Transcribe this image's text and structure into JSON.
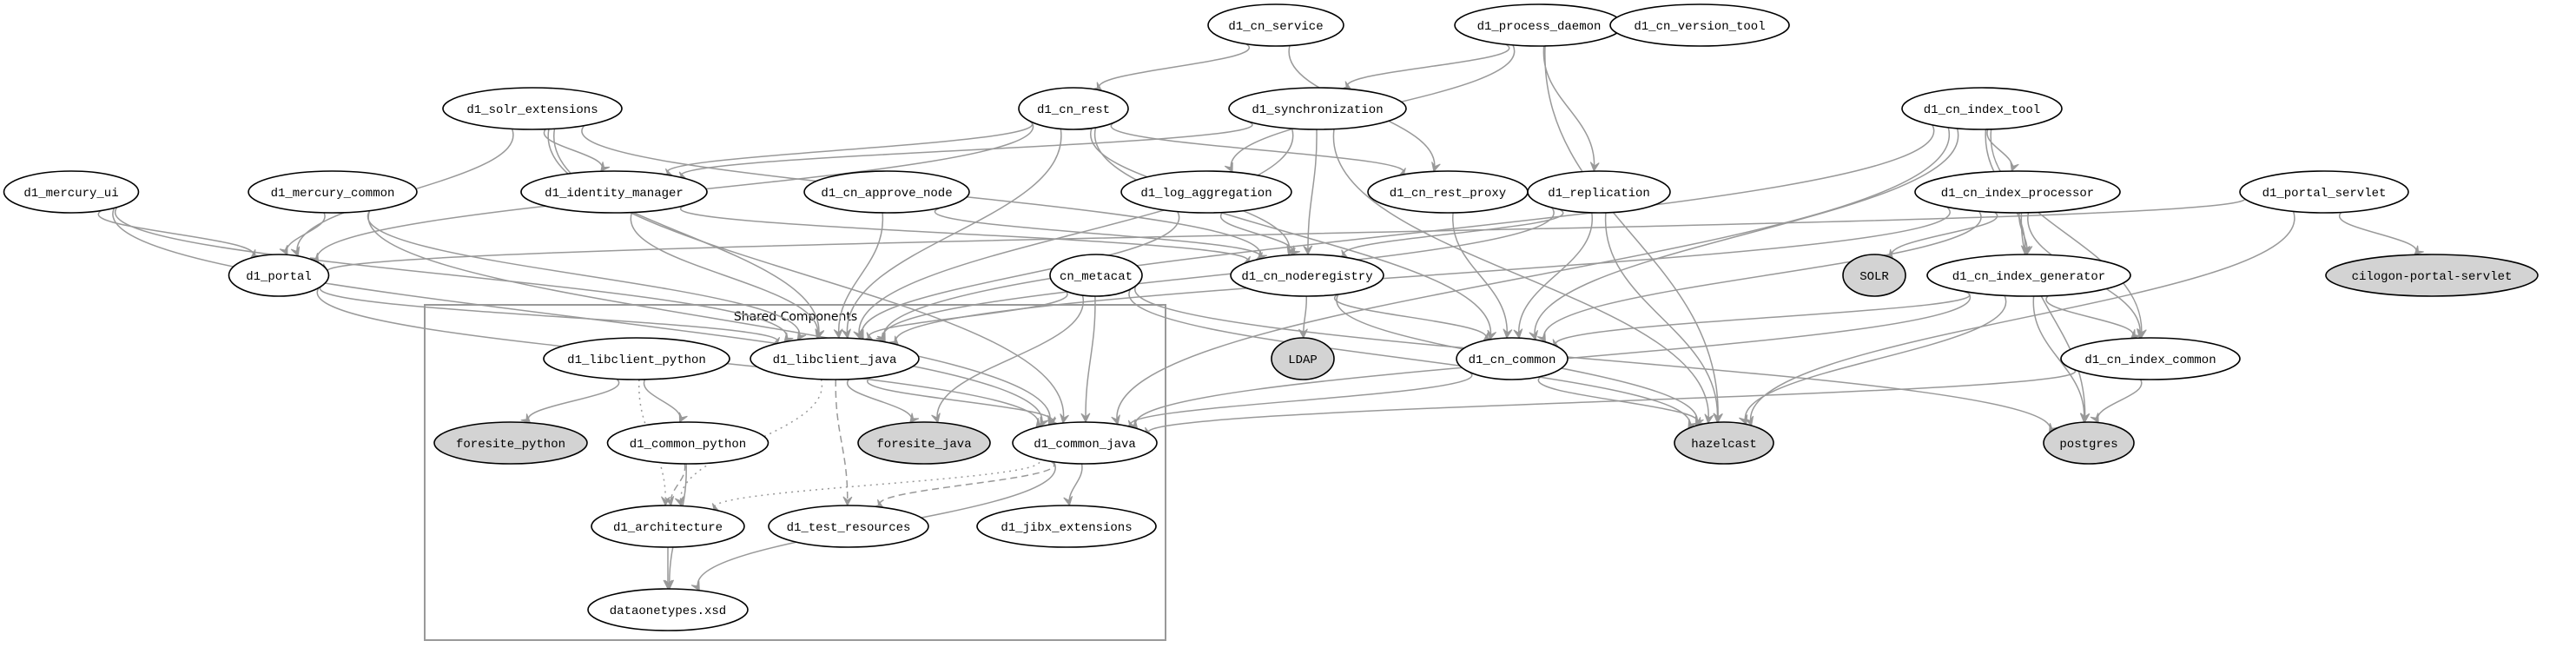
{
  "diagram": {
    "type": "dependency-graph",
    "cluster": {
      "label": "Shared Components"
    },
    "colors": {
      "node_fill_default": "#ffffff",
      "node_fill_external": "#d3d3d3",
      "node_stroke": "#000000",
      "edge": "#999999",
      "cluster_border": "#999999"
    },
    "nodes": [
      {
        "id": "d1_cn_service",
        "label": "d1_cn_service",
        "external": false
      },
      {
        "id": "d1_process_daemon",
        "label": "d1_process_daemon",
        "external": false
      },
      {
        "id": "d1_cn_version_tool",
        "label": "d1_cn_version_tool",
        "external": false
      },
      {
        "id": "d1_solr_extensions",
        "label": "d1_solr_extensions",
        "external": false
      },
      {
        "id": "d1_cn_rest",
        "label": "d1_cn_rest",
        "external": false
      },
      {
        "id": "d1_synchronization",
        "label": "d1_synchronization",
        "external": false
      },
      {
        "id": "d1_cn_index_tool",
        "label": "d1_cn_index_tool",
        "external": false
      },
      {
        "id": "d1_mercury_ui",
        "label": "d1_mercury_ui",
        "external": false
      },
      {
        "id": "d1_mercury_common",
        "label": "d1_mercury_common",
        "external": false
      },
      {
        "id": "d1_identity_manager",
        "label": "d1_identity_manager",
        "external": false
      },
      {
        "id": "d1_cn_approve_node",
        "label": "d1_cn_approve_node",
        "external": false
      },
      {
        "id": "d1_log_aggregation",
        "label": "d1_log_aggregation",
        "external": false
      },
      {
        "id": "d1_cn_rest_proxy",
        "label": "d1_cn_rest_proxy",
        "external": false
      },
      {
        "id": "d1_replication",
        "label": "d1_replication",
        "external": false
      },
      {
        "id": "d1_cn_index_processor",
        "label": "d1_cn_index_processor",
        "external": false
      },
      {
        "id": "d1_portal_servlet",
        "label": "d1_portal_servlet",
        "external": false
      },
      {
        "id": "d1_portal",
        "label": "d1_portal",
        "external": false
      },
      {
        "id": "cn_metacat",
        "label": "cn_metacat",
        "external": false
      },
      {
        "id": "d1_cn_noderegistry",
        "label": "d1_cn_noderegistry",
        "external": false
      },
      {
        "id": "SOLR",
        "label": "SOLR",
        "external": true
      },
      {
        "id": "d1_cn_index_generator",
        "label": "d1_cn_index_generator",
        "external": false
      },
      {
        "id": "cilogon-portal-servlet",
        "label": "cilogon-portal-servlet",
        "external": true
      },
      {
        "id": "LDAP",
        "label": "LDAP",
        "external": true
      },
      {
        "id": "d1_cn_common",
        "label": "d1_cn_common",
        "external": false
      },
      {
        "id": "d1_cn_index_common",
        "label": "d1_cn_index_common",
        "external": false
      },
      {
        "id": "hazelcast",
        "label": "hazelcast",
        "external": true
      },
      {
        "id": "postgres",
        "label": "postgres",
        "external": true
      },
      {
        "id": "d1_libclient_python",
        "label": "d1_libclient_python",
        "external": false,
        "cluster": true
      },
      {
        "id": "d1_libclient_java",
        "label": "d1_libclient_java",
        "external": false,
        "cluster": true
      },
      {
        "id": "foresite_python",
        "label": "foresite_python",
        "external": true,
        "cluster": true
      },
      {
        "id": "d1_common_python",
        "label": "d1_common_python",
        "external": false,
        "cluster": true
      },
      {
        "id": "foresite_java",
        "label": "foresite_java",
        "external": true,
        "cluster": true
      },
      {
        "id": "d1_common_java",
        "label": "d1_common_java",
        "external": false,
        "cluster": true
      },
      {
        "id": "d1_architecture",
        "label": "d1_architecture",
        "external": false,
        "cluster": true
      },
      {
        "id": "d1_test_resources",
        "label": "d1_test_resources",
        "external": false,
        "cluster": true
      },
      {
        "id": "d1_jibx_extensions",
        "label": "d1_jibx_extensions",
        "external": false,
        "cluster": true
      },
      {
        "id": "dataonetypes.xsd",
        "label": "dataonetypes.xsd",
        "external": false,
        "cluster": true
      }
    ],
    "edges": [
      {
        "from": "d1_cn_service",
        "to": "d1_cn_rest",
        "style": "solid"
      },
      {
        "from": "d1_cn_service",
        "to": "d1_cn_rest_proxy",
        "style": "solid"
      },
      {
        "from": "d1_process_daemon",
        "to": "d1_synchronization",
        "style": "solid"
      },
      {
        "from": "d1_process_daemon",
        "to": "d1_log_aggregation",
        "style": "solid"
      },
      {
        "from": "d1_process_daemon",
        "to": "d1_replication",
        "style": "solid"
      },
      {
        "from": "d1_process_daemon",
        "to": "hazelcast",
        "style": "solid"
      },
      {
        "from": "d1_solr_extensions",
        "to": "d1_portal",
        "style": "solid"
      },
      {
        "from": "d1_solr_extensions",
        "to": "d1_identity_manager",
        "style": "solid"
      },
      {
        "from": "d1_solr_extensions",
        "to": "d1_libclient_java",
        "style": "solid"
      },
      {
        "from": "d1_solr_extensions",
        "to": "d1_cn_noderegistry",
        "style": "solid"
      },
      {
        "from": "d1_solr_extensions",
        "to": "d1_common_java",
        "style": "solid"
      },
      {
        "from": "d1_cn_rest",
        "to": "d1_identity_manager",
        "style": "solid"
      },
      {
        "from": "d1_cn_rest",
        "to": "d1_portal",
        "style": "solid"
      },
      {
        "from": "d1_cn_rest",
        "to": "d1_cn_rest_proxy",
        "style": "solid"
      },
      {
        "from": "d1_cn_rest",
        "to": "d1_cn_noderegistry",
        "style": "solid"
      },
      {
        "from": "d1_cn_rest",
        "to": "d1_cn_common",
        "style": "solid"
      },
      {
        "from": "d1_cn_rest",
        "to": "d1_libclient_java",
        "style": "solid"
      },
      {
        "from": "d1_synchronization",
        "to": "d1_identity_manager",
        "style": "solid"
      },
      {
        "from": "d1_synchronization",
        "to": "d1_cn_noderegistry",
        "style": "solid"
      },
      {
        "from": "d1_synchronization",
        "to": "hazelcast",
        "style": "solid"
      },
      {
        "from": "d1_synchronization",
        "to": "d1_libclient_java",
        "style": "solid"
      },
      {
        "from": "d1_cn_index_tool",
        "to": "d1_cn_index_processor",
        "style": "solid"
      },
      {
        "from": "d1_cn_index_tool",
        "to": "d1_cn_index_generator",
        "style": "solid"
      },
      {
        "from": "d1_cn_index_tool",
        "to": "d1_cn_index_common",
        "style": "solid"
      },
      {
        "from": "d1_cn_index_tool",
        "to": "d1_cn_common",
        "style": "solid"
      },
      {
        "from": "d1_cn_index_tool",
        "to": "d1_common_java",
        "style": "solid"
      },
      {
        "from": "d1_cn_index_tool",
        "to": "d1_libclient_java",
        "style": "solid"
      },
      {
        "from": "d1_mercury_ui",
        "to": "d1_portal",
        "style": "solid"
      },
      {
        "from": "d1_mercury_ui",
        "to": "d1_libclient_java",
        "style": "solid"
      },
      {
        "from": "d1_mercury_ui",
        "to": "d1_common_java",
        "style": "solid"
      },
      {
        "from": "d1_mercury_common",
        "to": "d1_portal",
        "style": "solid"
      },
      {
        "from": "d1_mercury_common",
        "to": "d1_libclient_java",
        "style": "solid"
      },
      {
        "from": "d1_mercury_common",
        "to": "d1_common_java",
        "style": "solid"
      },
      {
        "from": "d1_identity_manager",
        "to": "d1_libclient_java",
        "style": "solid"
      },
      {
        "from": "d1_identity_manager",
        "to": "d1_cn_noderegistry",
        "style": "solid"
      },
      {
        "from": "d1_cn_approve_node",
        "to": "d1_libclient_java",
        "style": "solid"
      },
      {
        "from": "d1_cn_approve_node",
        "to": "d1_cn_noderegistry",
        "style": "solid"
      },
      {
        "from": "d1_log_aggregation",
        "to": "d1_cn_noderegistry",
        "style": "solid"
      },
      {
        "from": "d1_log_aggregation",
        "to": "d1_libclient_java",
        "style": "solid"
      },
      {
        "from": "d1_cn_rest_proxy",
        "to": "d1_cn_common",
        "style": "solid"
      },
      {
        "from": "d1_replication",
        "to": "d1_cn_noderegistry",
        "style": "solid"
      },
      {
        "from": "d1_replication",
        "to": "d1_cn_common",
        "style": "solid"
      },
      {
        "from": "d1_replication",
        "to": "hazelcast",
        "style": "solid"
      },
      {
        "from": "d1_replication",
        "to": "d1_libclient_java",
        "style": "solid"
      },
      {
        "from": "d1_cn_index_processor",
        "to": "SOLR",
        "style": "solid"
      },
      {
        "from": "d1_cn_index_processor",
        "to": "d1_cn_index_generator",
        "style": "solid"
      },
      {
        "from": "d1_cn_index_processor",
        "to": "d1_cn_index_common",
        "style": "solid"
      },
      {
        "from": "d1_cn_index_processor",
        "to": "postgres",
        "style": "solid"
      },
      {
        "from": "d1_cn_index_processor",
        "to": "d1_cn_common",
        "style": "solid"
      },
      {
        "from": "d1_cn_index_processor",
        "to": "d1_libclient_java",
        "style": "solid"
      },
      {
        "from": "d1_portal_servlet",
        "to": "cilogon-portal-servlet",
        "style": "solid"
      },
      {
        "from": "d1_portal_servlet",
        "to": "d1_portal",
        "style": "solid"
      },
      {
        "from": "d1_portal_servlet",
        "to": "hazelcast",
        "style": "solid"
      },
      {
        "from": "d1_portal",
        "to": "d1_libclient_java",
        "style": "solid"
      },
      {
        "from": "d1_portal",
        "to": "d1_common_java",
        "style": "solid"
      },
      {
        "from": "cn_metacat",
        "to": "d1_libclient_java",
        "style": "solid"
      },
      {
        "from": "cn_metacat",
        "to": "d1_common_java",
        "style": "solid"
      },
      {
        "from": "cn_metacat",
        "to": "foresite_java",
        "style": "solid"
      },
      {
        "from": "cn_metacat",
        "to": "hazelcast",
        "style": "solid"
      },
      {
        "from": "cn_metacat",
        "to": "postgres",
        "style": "solid"
      },
      {
        "from": "d1_cn_noderegistry",
        "to": "LDAP",
        "style": "solid"
      },
      {
        "from": "d1_cn_noderegistry",
        "to": "d1_cn_common",
        "style": "solid"
      },
      {
        "from": "d1_cn_noderegistry",
        "to": "hazelcast",
        "style": "solid"
      },
      {
        "from": "d1_cn_index_generator",
        "to": "d1_cn_index_common",
        "style": "solid"
      },
      {
        "from": "d1_cn_index_generator",
        "to": "d1_cn_common",
        "style": "solid"
      },
      {
        "from": "d1_cn_index_generator",
        "to": "postgres",
        "style": "solid"
      },
      {
        "from": "d1_cn_index_generator",
        "to": "hazelcast",
        "style": "solid"
      },
      {
        "from": "d1_cn_index_generator",
        "to": "d1_common_java",
        "style": "solid"
      },
      {
        "from": "d1_cn_common",
        "to": "hazelcast",
        "style": "solid"
      },
      {
        "from": "d1_cn_common",
        "to": "d1_common_java",
        "style": "solid"
      },
      {
        "from": "d1_cn_index_common",
        "to": "postgres",
        "style": "solid"
      },
      {
        "from": "d1_cn_index_common",
        "to": "d1_common_java",
        "style": "solid"
      },
      {
        "from": "d1_libclient_python",
        "to": "foresite_python",
        "style": "solid"
      },
      {
        "from": "d1_libclient_python",
        "to": "d1_common_python",
        "style": "solid"
      },
      {
        "from": "d1_libclient_python",
        "to": "d1_architecture",
        "style": "dotted"
      },
      {
        "from": "d1_libclient_java",
        "to": "foresite_java",
        "style": "solid"
      },
      {
        "from": "d1_libclient_java",
        "to": "d1_common_java",
        "style": "solid"
      },
      {
        "from": "d1_libclient_java",
        "to": "d1_test_resources",
        "style": "dashed"
      },
      {
        "from": "d1_libclient_java",
        "to": "d1_architecture",
        "style": "dotted"
      },
      {
        "from": "d1_common_python",
        "to": "d1_architecture",
        "style": "dashed"
      },
      {
        "from": "d1_common_python",
        "to": "dataonetypes.xsd",
        "style": "solid"
      },
      {
        "from": "d1_common_java",
        "to": "d1_jibx_extensions",
        "style": "solid"
      },
      {
        "from": "d1_common_java",
        "to": "d1_test_resources",
        "style": "dashed"
      },
      {
        "from": "d1_common_java",
        "to": "d1_architecture",
        "style": "dotted"
      },
      {
        "from": "d1_common_java",
        "to": "dataonetypes.xsd",
        "style": "solid"
      },
      {
        "from": "d1_architecture",
        "to": "dataonetypes.xsd",
        "style": "solid"
      }
    ]
  }
}
